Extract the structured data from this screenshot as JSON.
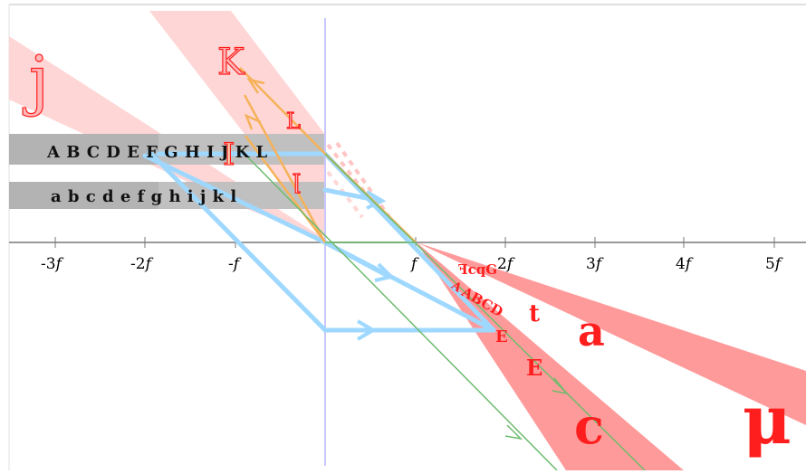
{
  "diagram": {
    "axis_ticks": [
      {
        "pre": "-3",
        "sym": "f"
      },
      {
        "pre": "-2",
        "sym": "f"
      },
      {
        "pre": "-",
        "sym": "f"
      },
      {
        "pre": "",
        "sym": "f"
      },
      {
        "pre": "2",
        "sym": "f"
      },
      {
        "pre": "3",
        "sym": "f"
      },
      {
        "pre": "4",
        "sym": "f"
      },
      {
        "pre": "5",
        "sym": "f"
      }
    ],
    "object_rows": {
      "upper": "A B C D E F G H I J K L",
      "lower": "a b c d e f g h i j k l"
    },
    "image_letters": {
      "big_j": "j",
      "big_K": "K",
      "small_L": "L",
      "flipped_l": "l",
      "flipped_I": "I",
      "cluster_top": "ꟻcqG",
      "cluster_diag": "ABCD",
      "E": "E",
      "E2": "E",
      "t": "t",
      "a": "a",
      "c": "c",
      "mu": "μ"
    },
    "colors": {
      "red_fill": "#ff9a9a",
      "light_red_fill": "#ffd6d6",
      "lens": "#c8c8ff",
      "axis": "#999999",
      "blue_ray": "#9fd8ff",
      "orange_ray": "#f5b25a",
      "green_ray": "#6dbb6d",
      "row_bar": "#b3b3b3",
      "image_text": "#ff1e1e"
    }
  }
}
